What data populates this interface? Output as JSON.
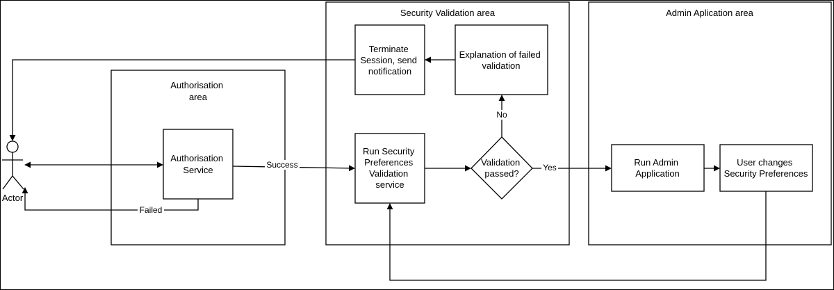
{
  "areas": {
    "security": "Security Validation area",
    "admin": "Admin Aplication area",
    "authorisation": [
      "Authorisation",
      "area"
    ]
  },
  "actor": {
    "label": "Actor"
  },
  "nodes": {
    "auth_service": [
      "Authorisation",
      "Service"
    ],
    "terminate": [
      "Terminate",
      "Session, send",
      "notification"
    ],
    "explanation": [
      "Explanation of failed",
      "validation"
    ],
    "run_security": [
      "Run Security",
      "Preferences",
      "Validation",
      "service"
    ],
    "validation_decision": [
      "Validation",
      "passed?"
    ],
    "run_admin": [
      "Run Admin",
      "Application"
    ],
    "user_changes": [
      "User changes",
      "Security Preferences"
    ]
  },
  "edges": {
    "success": "Success",
    "failed": "Failed",
    "no": "No",
    "yes": "Yes"
  }
}
